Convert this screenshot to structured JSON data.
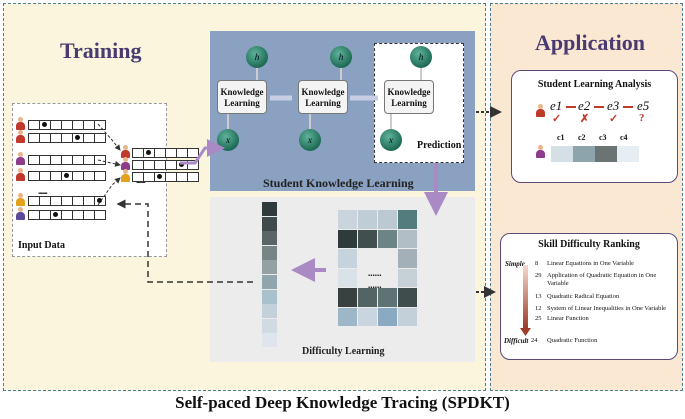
{
  "footer_title": "Self-paced Deep Knowledge Tracing (SPDKT)",
  "training": {
    "title": "Training",
    "input_label": "Input Data",
    "ellipsis": "......."
  },
  "skl": {
    "label": "Student Knowledge Learning",
    "cell_label": "Knowledge Learning",
    "prediction_label": "Prediction",
    "h_label": "h",
    "x_label": "x"
  },
  "dl": {
    "label": "Difficulty Learning",
    "ellipsis": "......"
  },
  "application": {
    "title": "Application",
    "sla": {
      "title": "Student Learning Analysis",
      "seq": [
        "e1",
        "e2",
        "e3",
        "e5"
      ],
      "marks": [
        "✓",
        "✗",
        "✓",
        "?"
      ],
      "concepts": [
        "c1",
        "c2",
        "c3",
        "c4"
      ]
    },
    "sdr": {
      "title": "Skill Difficulty Ranking",
      "simple": "Simple",
      "difficult": "Difficult",
      "items": [
        {
          "id": "8",
          "text": "Linear Equations in One Variable"
        },
        {
          "id": "29",
          "text": "Application of Quadratic Equation in One Variable"
        },
        {
          "id": "13",
          "text": "Quadratic Radical Equation"
        },
        {
          "id": "12",
          "text": "System of Linear Inequalities in One Variable"
        },
        {
          "id": "25",
          "text": "Linear Function"
        },
        {
          "id": "24",
          "text": "Quadratic Function"
        }
      ]
    }
  },
  "colors": {
    "training_bg": "#fcf5de",
    "application_bg": "#fbe8d3",
    "skl_bg": "#8aa1c2",
    "dl_bg": "#ececec",
    "arrow_purple": "#a98ac4",
    "accent_title": "#4a3a72"
  }
}
